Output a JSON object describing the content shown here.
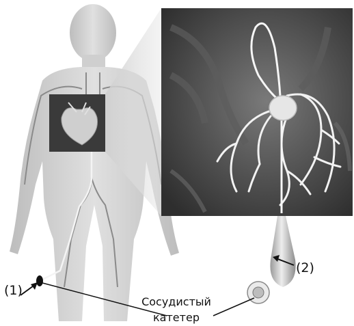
{
  "figure": {
    "label_1": "(1)",
    "label_2": "(2)",
    "caption_line1": "Сосудистый",
    "caption_line2": "катетер"
  },
  "colors": {
    "background": "#ffffff",
    "body": "#d6d6d6",
    "vessels": "#8a8a8a",
    "heart_box": "#3a3a3a",
    "inset_background": "#4a4a4a",
    "coronary_vessels": "#f2f2f2",
    "text": "#111111"
  }
}
